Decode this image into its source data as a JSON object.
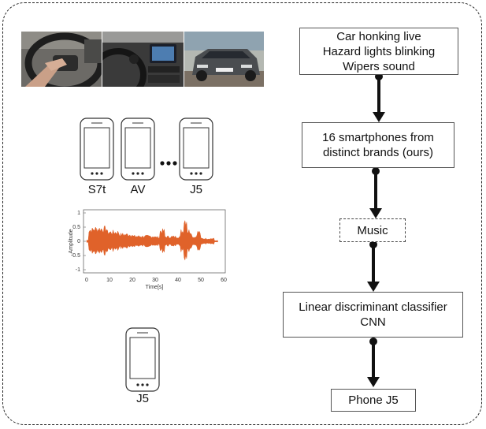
{
  "flow": {
    "box1": [
      "Car honking live",
      "Hazard lights blinking",
      "Wipers sound"
    ],
    "box2": [
      "16 smartphones from",
      "distinct brands (ours)"
    ],
    "box3": "Music",
    "box4": [
      "Linear discriminant classifier",
      "CNN"
    ],
    "box5": "Phone J5"
  },
  "phones": {
    "labels": [
      "S7t",
      "AV",
      "J5"
    ],
    "ellipsis": "•••",
    "result_label": "J5"
  },
  "waveform": {
    "ylabel": "Amplitude",
    "xlabel": "Time[s]",
    "xticks": [
      "0",
      "10",
      "20",
      "30",
      "40",
      "50",
      "60"
    ],
    "yticks": [
      "1",
      "0.5",
      "0",
      "-0.5",
      "-1"
    ],
    "color": "#e0622a"
  },
  "photos": [
    "hand-on-steering-wheel-photo",
    "car-dashboard-photo",
    "grey-suv-photo"
  ]
}
